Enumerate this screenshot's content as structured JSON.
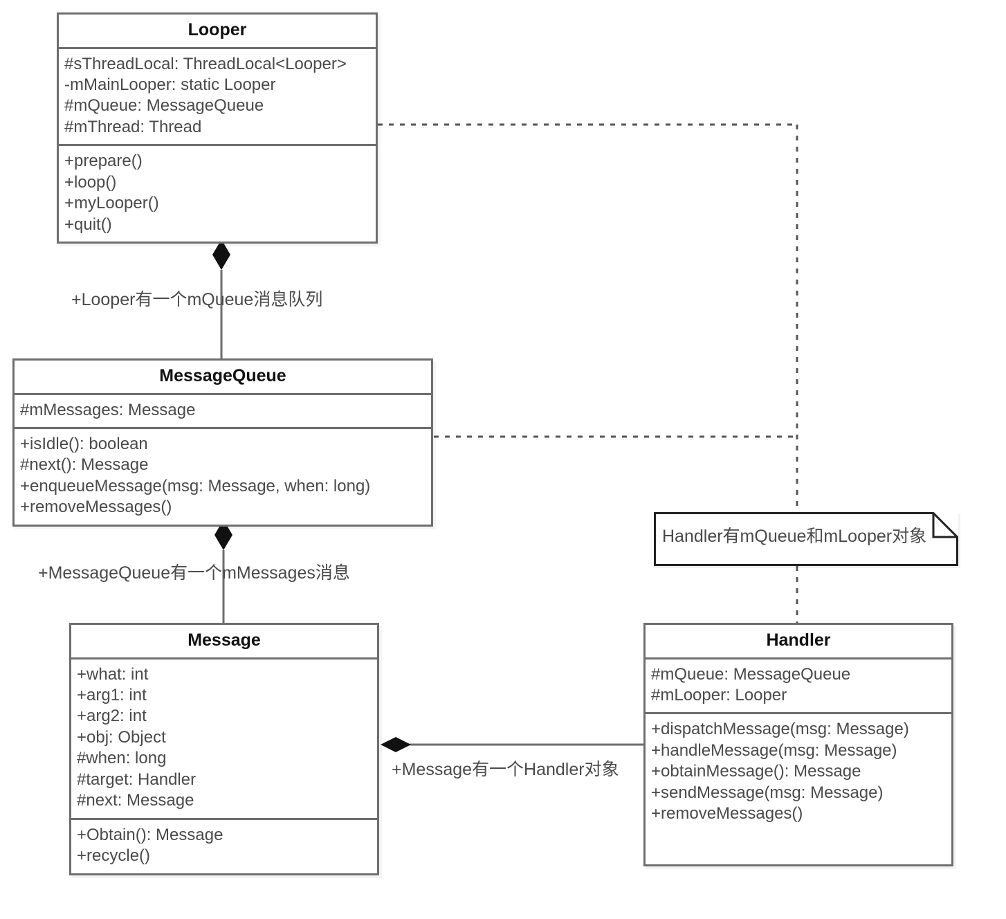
{
  "diagram": {
    "title": "Android Handler Message Mechanism Class Diagram",
    "colors": {
      "background": "#ffffff",
      "box_border": "#6e6e6e",
      "note_border": "#222222",
      "text": "#4a4a4a",
      "title_text": "#111111",
      "connector": "#6e6e6e",
      "dotted_connector": "#555555"
    }
  },
  "classes": {
    "looper": {
      "name": "Looper",
      "attributes": [
        "#sThreadLocal: ThreadLocal<Looper>",
        "-mMainLooper: static Looper",
        "#mQueue: MessageQueue",
        "#mThread: Thread"
      ],
      "operations": [
        "+prepare()",
        "+loop()",
        "+myLooper()",
        "+quit()"
      ]
    },
    "message_queue": {
      "name": "MessageQueue",
      "attributes": [
        "#mMessages: Message"
      ],
      "operations": [
        "+isIdle(): boolean",
        "#next(): Message",
        "+enqueueMessage(msg: Message, when: long)",
        "+removeMessages()"
      ]
    },
    "message": {
      "name": "Message",
      "attributes": [
        "+what: int",
        "+arg1: int",
        "+arg2: int",
        "+obj: Object",
        "#when: long",
        "#target: Handler",
        "#next: Message"
      ],
      "operations": [
        "+Obtain(): Message",
        "+recycle()"
      ]
    },
    "handler": {
      "name": "Handler",
      "attributes": [
        "#mQueue: MessageQueue",
        "#mLooper: Looper"
      ],
      "operations": [
        "+dispatchMessage(msg: Message)",
        "+handleMessage(msg: Message)",
        "+obtainMessage(): Message",
        "+sendMessage(msg: Message)",
        "+removeMessages()"
      ]
    }
  },
  "note": {
    "text": "Handler有mQueue和mLooper对象"
  },
  "relationships": {
    "looper_messagequeue": {
      "label": "+Looper有一个mQueue消息队列",
      "type": "composition",
      "from": "MessageQueue",
      "to": "Looper"
    },
    "messagequeue_message": {
      "label": "+MessageQueue有一个mMessages消息",
      "type": "composition",
      "from": "Message",
      "to": "MessageQueue"
    },
    "message_handler": {
      "label": "+Message有一个Handler对象",
      "type": "composition",
      "from": "Handler",
      "to": "Message"
    }
  }
}
